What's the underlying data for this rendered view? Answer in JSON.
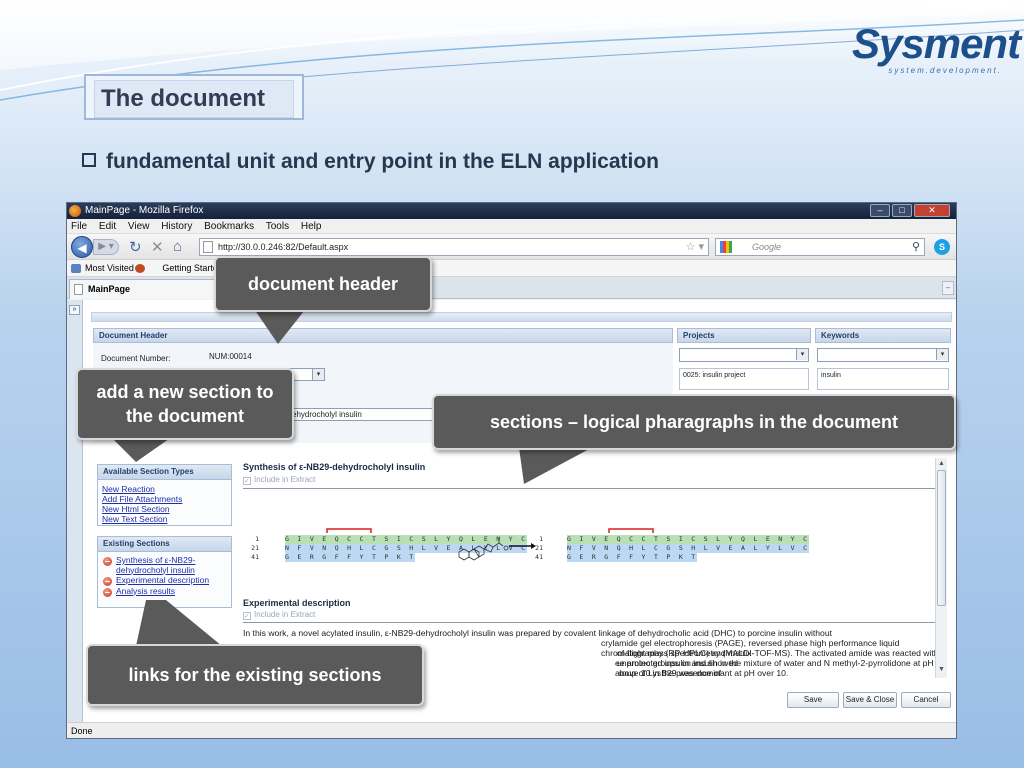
{
  "slide": {
    "logo_text": "Sysment",
    "logo_sub": "system.development.",
    "title": "The document",
    "bullet": "fundamental unit and entry point in the ELN application"
  },
  "browser": {
    "window_title": "MainPage - Mozilla Firefox",
    "menu": [
      "File",
      "Edit",
      "View",
      "History",
      "Bookmarks",
      "Tools",
      "Help"
    ],
    "url": "http://30.0.0.246:82/Default.aspx",
    "search_placeholder": "Google",
    "bookmarks": [
      "Most Visited",
      "Getting Started"
    ],
    "tab_label": "MainPage",
    "status": "Done"
  },
  "app": {
    "doc_header_label": "Document Header",
    "doc_number_label": "Document Number:",
    "doc_number_value": "NUM:00014",
    "doc_title_fragment": "ehydrocholyl insulin",
    "projects_label": "Projects",
    "projects_item": "0025: insulin project",
    "keywords_label": "Keywords",
    "keywords_item": "insulin",
    "available_types_label": "Available Section Types",
    "available_types": [
      "New Reaction",
      "Add File Attachments",
      "New Html Section",
      "New Text Section"
    ],
    "existing_sections_label": "Existing Sections",
    "existing_sections": [
      "Synthesis of ε-NB29-dehydrocholyl insulin",
      "Experimental description",
      "Analysis results"
    ],
    "section1_title": "Synthesis of ε-NB29-dehydrocholyl insulin",
    "include_label": "Include in Extract",
    "seq_rows": [
      {
        "num": "1",
        "text": "G I V E Q C C T S I C S L Y Q L E N Y C"
      },
      {
        "num": "21",
        "text": "N F V N Q H L C G S H L V E A L Y L V C"
      },
      {
        "num": "41",
        "text": "G E R G F F Y T P K T"
      }
    ],
    "section2_title": "Experimental description",
    "exp_lines": [
      "In this work, a novel acylated insulin, ε-NB29-dehydrocholyl insulin was prepared by covalent linkage of dehydrocholic acid (DHC) to porcine insulin without",
      "crylamide gel electrophoresis (PAGE), reversed phase high performance liquid chromatography (RP-HPLC) and matrix-",
      "of-flight mass spectrometry (MALDI-TOF-MS). The activated amide was reacted with unprotected insulin and showed",
      "ee amino groups on insulin in the mixture of water and N methyl-2-pyrrolidone at pH above 10 in the presence of",
      "roup of LysB29 was dominant at pH over 10."
    ],
    "buttons": {
      "save": "Save",
      "save_close": "Save & Close",
      "cancel": "Cancel"
    }
  },
  "callouts": {
    "header": "document header",
    "add_section": "add a new section to the document",
    "sections": "sections – logical pharagraphs in the document",
    "links": "links for the existing sections"
  }
}
